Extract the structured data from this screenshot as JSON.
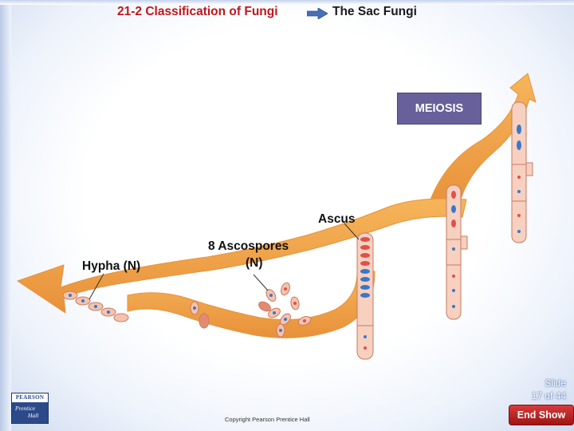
{
  "header": {
    "section_title": "21-2 Classification of Fungi",
    "topic_title": "The Sac Fungi"
  },
  "diagram": {
    "meiosis_label": "MEIOSIS",
    "ascus_label": "Ascus",
    "ascospores_label_line1": "8 Ascospores",
    "ascospores_label_line2": "(N)",
    "hypha_label": "Hypha (N)"
  },
  "footer": {
    "slide_label": "Slide",
    "slide_position": "17 of 44",
    "copyright": "Copyright Pearson Prentice Hall",
    "end_show_label": "End Show",
    "logo_top": "PEARSON",
    "logo_line1": "Prentice",
    "logo_line2": "Hall"
  },
  "colors": {
    "title_red": "#c0171c",
    "arrow_orange": "#f0a040",
    "meiosis_box": "#67609a",
    "cell_blue": "#3b77c8",
    "cell_red": "#e0504a",
    "cell_pink": "#f0b09a"
  },
  "icons": {
    "title_arrow": "right-arrow-icon",
    "logo": "pearson-prentice-hall-logo"
  }
}
